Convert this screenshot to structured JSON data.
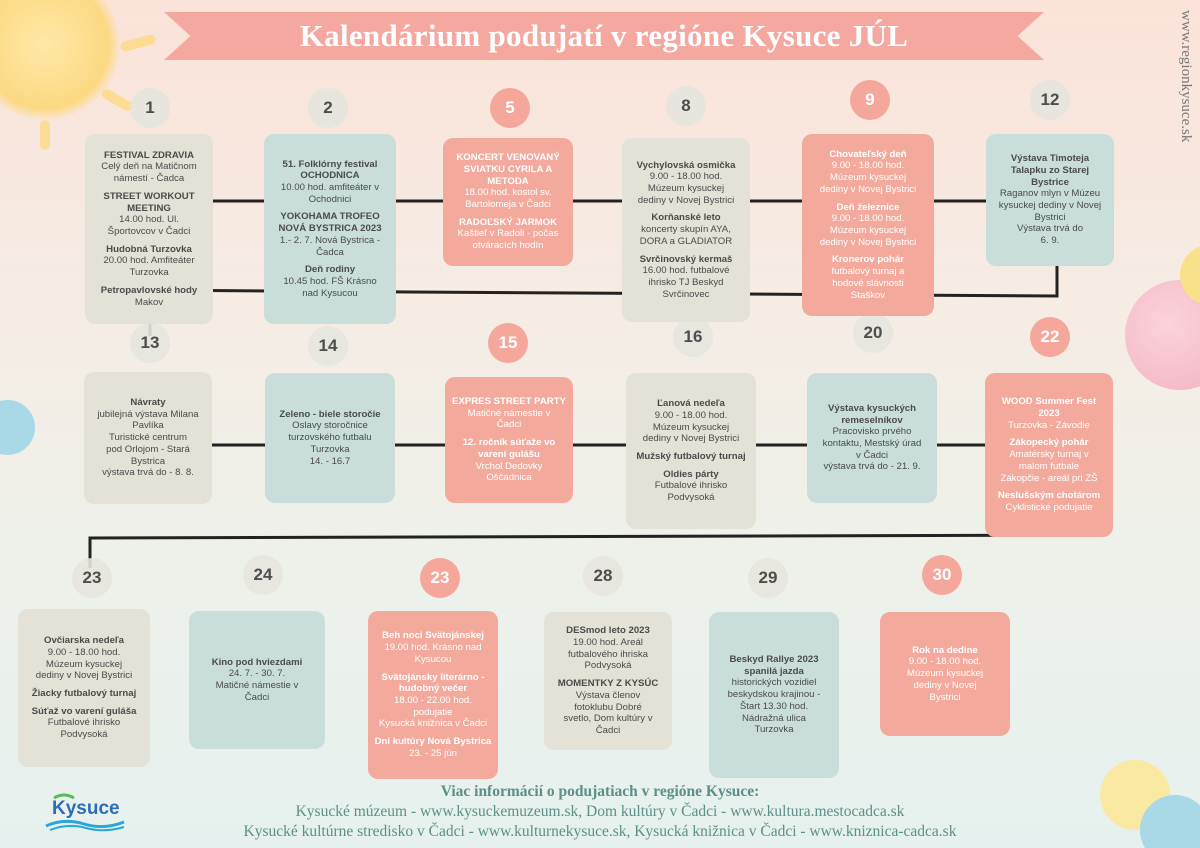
{
  "header": {
    "title": "Kalendárium podujatí v regióne Kysuce JÚL",
    "website": "www.regionkysuce.sk"
  },
  "days": [
    {
      "day": "1",
      "color": "beige",
      "events": [
        {
          "title": "FESTIVAL ZDRAVIA",
          "lines": [
            "Celý deň na Matičnom",
            "námestí - Čadca"
          ]
        },
        {
          "title": "STREET WORKOUT MEETING",
          "lines": [
            "14.00 hod. Ul.",
            "Športovcov v Čadci"
          ]
        },
        {
          "title": "Hudobná Turzovka",
          "lines": [
            "20.00 hod. Amfiteáter",
            "Turzovka"
          ]
        },
        {
          "title": "Petropavlovské hody",
          "lines": [
            "Makov"
          ]
        }
      ]
    },
    {
      "day": "2",
      "color": "blue",
      "events": [
        {
          "title": "51. Folklórny festival OCHODNICA",
          "lines": [
            "10.00 hod. amfiteáter v",
            "Ochodnici"
          ]
        },
        {
          "title": "YOKOHAMA TROFEO NOVÁ BYSTRICA 2023",
          "lines": [
            "1.- 2. 7. Nová Bystrica -",
            "Čadca"
          ]
        },
        {
          "title": "Deň rodiny",
          "lines": [
            "10.45 hod. FŠ Krásno",
            "nad Kysucou"
          ]
        }
      ]
    },
    {
      "day": "5",
      "color": "pink",
      "events": [
        {
          "title": "KONCERT VENOVANÝ SVIATKU CYRILA A METODA",
          "lines": [
            "18.00 hod. kostol sv.",
            "Bartolomeja v Čadci"
          ]
        },
        {
          "title": "RADOĽSKÝ JARMOK",
          "lines": [
            "Kaštieľ v Radoli - počas",
            "otváracích hodín"
          ]
        }
      ]
    },
    {
      "day": "8",
      "color": "beige",
      "events": [
        {
          "title": "Vychylovská osmička",
          "lines": [
            "9.00 - 18.00 hod.",
            "Múzeum kysuckej",
            "dediny v Novej Bystrici"
          ]
        },
        {
          "title": "Korňanské leto",
          "lines": [
            "koncerty skupín AYA,",
            "DORA a GLADIATOR"
          ]
        },
        {
          "title": "Svrčinovský kermaš",
          "lines": [
            "16.00 hod. futbalové",
            "ihrisko TJ Beskyd",
            "Svrčinovec"
          ]
        }
      ]
    },
    {
      "day": "9",
      "color": "pink",
      "events": [
        {
          "title": "Chovateľský deň",
          "lines": [
            "9.00 - 18.00 hod.",
            "Múzeum kysuckej",
            "dediny v Novej Bystrici"
          ]
        },
        {
          "title": "Deň železnice",
          "lines": [
            "9.00 - 18.00 hod.",
            "Múzeum kysuckej",
            "dediny v Novej Bystrici"
          ]
        },
        {
          "title": "Kronerov pohár",
          "lines": [
            "futbalový turnaj a",
            "hodové slávnosti",
            "Staškov"
          ]
        }
      ]
    },
    {
      "day": "12",
      "color": "blue",
      "events": [
        {
          "title": "Výstava Timoteja Talapku zo Starej Bystrice",
          "lines": [
            "Raganov mlyn v Múzeu",
            "kysuckej dediny v Novej",
            "Bystrici",
            "Výstava trvá do",
            "6. 9."
          ]
        }
      ]
    },
    {
      "day": "13",
      "color": "beige",
      "events": [
        {
          "title": "Návraty",
          "lines": [
            "jubilejná výstava Milana",
            "Pavlíka",
            "Turistické centrum",
            "pod Orlojom - Stará",
            "Bystrica",
            "výstava trvá do - 8. 8."
          ]
        }
      ]
    },
    {
      "day": "14",
      "color": "blue",
      "events": [
        {
          "title": "Zeleno - biele storočie",
          "lines": [
            "Oslavy storočnice",
            "turzovského futbalu",
            "Turzovka",
            "14. - 16.7"
          ]
        }
      ]
    },
    {
      "day": "15",
      "color": "pink",
      "events": [
        {
          "title": "EXPRES STREET PARTY",
          "lines": [
            "Matičné námestie v",
            "Čadci"
          ]
        },
        {
          "title": "12. ročník súťaže vo varení gulášu",
          "lines": [
            "Vrchol Dedovky",
            "Oščadnica"
          ]
        }
      ]
    },
    {
      "day": "16",
      "color": "beige",
      "events": [
        {
          "title": "Ľanová nedeľa",
          "lines": [
            "9.00 - 18.00 hod.",
            "Múzeum kysuckej",
            "dediny v Novej Bystrici"
          ]
        },
        {
          "title": "Mužský futbalový turnaj",
          "lines": []
        },
        {
          "title": "Oldies párty",
          "lines": [
            "Futbalové ihrisko",
            "Podvysoká"
          ]
        }
      ]
    },
    {
      "day": "20",
      "color": "blue",
      "events": [
        {
          "title": "Výstava kysuckých remeselníkov",
          "lines": [
            "Pracovisko prvého",
            "kontaktu, Mestský úrad",
            "v Čadci",
            "výstava trvá do - 21. 9."
          ]
        }
      ]
    },
    {
      "day": "22",
      "color": "pink",
      "events": [
        {
          "title": "WOOD Summer Fest 2023",
          "lines": [
            "Turzovka - Závodie"
          ]
        },
        {
          "title": "Zákopecký pohár",
          "lines": [
            "Amatérsky turnaj v",
            "malom futbale",
            "Zákopčie - areál pri ZŠ"
          ]
        },
        {
          "title": "Neslušským chotárom",
          "lines": [
            "Cyklistické podujatie"
          ]
        }
      ]
    },
    {
      "day": "23",
      "color": "beige",
      "events": [
        {
          "title": "Ovčiarska nedeľa",
          "lines": [
            "9.00 - 18.00 hod.",
            "Múzeum kysuckej",
            "dediny v Novej Bystrici"
          ]
        },
        {
          "title": "Žiacky futbalový turnaj",
          "lines": []
        },
        {
          "title": "Súťaž vo varení guláša",
          "lines": [
            "Futbalové ihrisko",
            "Podvysoká"
          ]
        }
      ]
    },
    {
      "day": "24",
      "color": "blue",
      "events": [
        {
          "title": "Kino pod hviezdami",
          "lines": [
            "24. 7. - 30. 7.",
            "Matičné námestie v",
            "Čadci"
          ]
        }
      ]
    },
    {
      "day": "23",
      "color": "pink",
      "events": [
        {
          "title": "Beh noci Svätojánskej",
          "lines": [
            "19.00 hod. Krásno nad",
            "Kysucou"
          ]
        },
        {
          "title": "Svätojánsky literárno -hudobný večer",
          "lines": [
            "18.00 - 22.00 hod.",
            "podujatie",
            "Kysucká knižnica v Čadci"
          ]
        },
        {
          "title": "Dni kultúry Nová Bystrica",
          "lines": [
            "23. - 25 jún"
          ]
        }
      ]
    },
    {
      "day": "28",
      "color": "beige",
      "events": [
        {
          "title": "DESmod leto 2023",
          "lines": [
            "19.00 hod. Areál",
            "futbalového ihriska",
            "Podvysoká"
          ]
        },
        {
          "title": "MOMENTKY Z KYSÚC",
          "lines": [
            "Výstava členov",
            "fotoklubu Dobré",
            "svetlo, Dom kultúry v",
            "Čadci"
          ]
        }
      ]
    },
    {
      "day": "29",
      "color": "blue",
      "events": [
        {
          "title": "Beskyd Rallye 2023 spanilá jazda",
          "lines": [
            "historických vozidiel",
            "beskydskou krajinou -",
            "Štart 13.30 hod.",
            "Nádražná ulica",
            "Turzovka"
          ]
        }
      ]
    },
    {
      "day": "30",
      "color": "pink",
      "events": [
        {
          "title": "Rok na dedine",
          "lines": [
            "9.00 - 18.00 hod.",
            "Múzeum kysuckej",
            "dediny v Novej",
            "Bystrici"
          ]
        }
      ]
    }
  ],
  "footer": {
    "title": "Viac informácií o podujatiach v regióne Kysuce:",
    "line1": "Kysucké múzeum - www.kysuckemuzeum.sk, Dom kultúry v Čadci - www.kultura.mestocadca.sk",
    "line2": "Kysucké kultúrne stredisko v Čadci - www.kulturnekysuce.sk, Kysucká knižnica v Čadci - www.kniznica-cadca.sk"
  },
  "logo": {
    "text": "Kysuce"
  },
  "colors": {
    "pink": "#f3aa9d",
    "blue": "#c9dedb",
    "beige": "#e4e1d6",
    "footer_text": "#5c8f86"
  }
}
